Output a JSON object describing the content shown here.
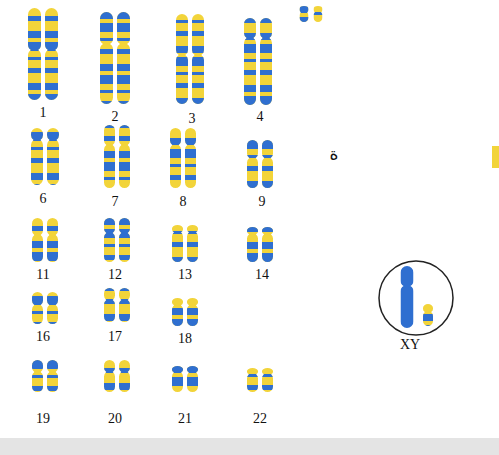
{
  "diagram": {
    "labels": [
      "1",
      "2",
      "3",
      "4",
      "ة",
      "6",
      "7",
      "8",
      "9",
      "11",
      "12",
      "13",
      "14",
      "16",
      "17",
      "18",
      "XY",
      "19",
      "20",
      "21",
      "22"
    ]
  }
}
